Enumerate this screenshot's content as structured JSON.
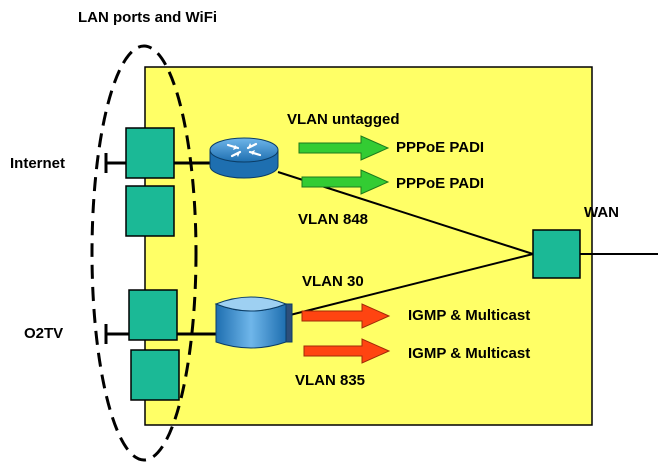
{
  "labels": {
    "lan_title": "LAN ports and WiFi",
    "internet": "Internet",
    "o2tv": "O2TV",
    "wan": "WAN",
    "vlan_untagged": "VLAN untagged",
    "vlan_848": "VLAN 848",
    "vlan_30": "VLAN 30",
    "vlan_835": "VLAN 835",
    "pppoe_1": "PPPoE PADI",
    "pppoe_2": "PPPoE PADI",
    "igmp_1": "IGMP & Multicast",
    "igmp_2": "IGMP & Multicast"
  },
  "colors": {
    "box_fill": "#FFFF66",
    "port_fill": "#1BB996",
    "router_fill": "#3A8FD0",
    "green_arrow": "#33CC33",
    "red_arrow": "#FF4411",
    "line": "#000000"
  },
  "icons": {
    "router": "router-icon",
    "stb": "set-top-box-icon"
  }
}
